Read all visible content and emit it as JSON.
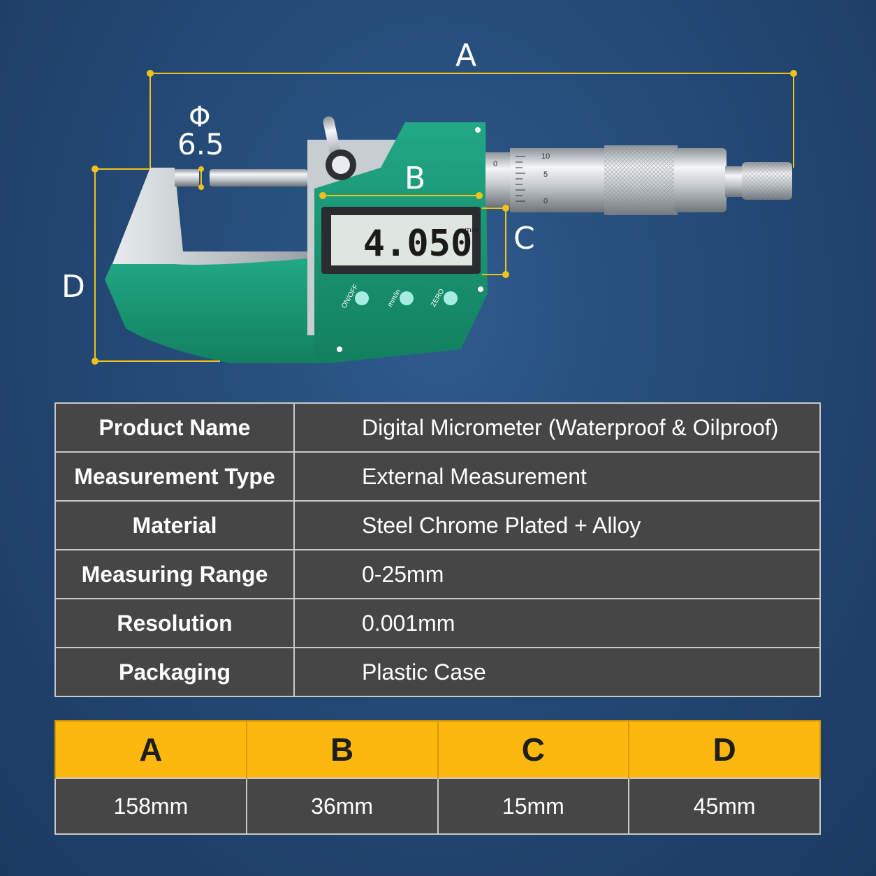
{
  "figure": {
    "dimension_labels": {
      "a": "A",
      "b": "B",
      "c": "C",
      "d": "D"
    },
    "spindle_symbol": "Φ",
    "spindle_value": "6.5",
    "lcd_reading": "4.050",
    "lcd_unit": "mm",
    "buttons": [
      "ON/OFF",
      "mm/in",
      "ZERO"
    ],
    "thimble_scale": [
      "10",
      "5",
      "0"
    ],
    "sleeve_scale": "0",
    "colors": {
      "body": "#1a9a76",
      "dimension_line": "#f2c21b",
      "lcd": "#dfe5df"
    }
  },
  "specs": [
    {
      "key": "Product Name",
      "value": "Digital Micrometer (Waterproof & Oilproof)"
    },
    {
      "key": "Measurement Type",
      "value": "External Measurement"
    },
    {
      "key": "Material",
      "value": "Steel Chrome Plated + Alloy"
    },
    {
      "key": "Measuring Range",
      "value": "0-25mm"
    },
    {
      "key": "Resolution",
      "value": "0.001mm"
    },
    {
      "key": "Packaging",
      "value": "Plastic Case"
    }
  ],
  "dimensions": {
    "headers": [
      "A",
      "B",
      "C",
      "D"
    ],
    "values": [
      "158mm",
      "36mm",
      "15mm",
      "45mm"
    ],
    "header_color": "#fdb810"
  }
}
